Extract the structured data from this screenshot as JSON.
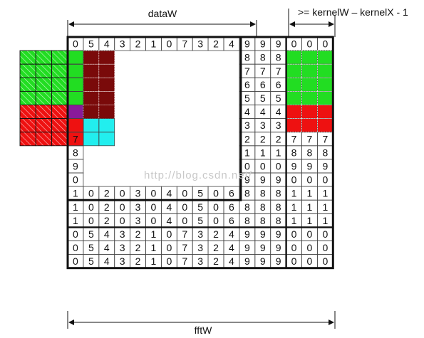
{
  "labels": {
    "top_left": "dataW",
    "top_right": ">= kernelW – kernelX - 1",
    "bottom": "fftW"
  },
  "watermark": "http://blog.csdn.net/",
  "grid": {
    "rows": [
      [
        "0",
        "5",
        "4",
        "3",
        "2",
        "1",
        "0",
        "7",
        "3",
        "2",
        "4",
        "9",
        "9",
        "9",
        "0",
        "0",
        "0"
      ],
      [
        "",
        "",
        "",
        "",
        "",
        "",
        "",
        "",
        "",
        "",
        "",
        "8",
        "8",
        "8",
        "",
        "",
        ""
      ],
      [
        "",
        "",
        "",
        "",
        "",
        "",
        "",
        "",
        "",
        "",
        "",
        "7",
        "7",
        "7",
        "",
        "",
        ""
      ],
      [
        "",
        "",
        "",
        "",
        "",
        "",
        "",
        "",
        "",
        "",
        "",
        "6",
        "6",
        "6",
        "",
        "",
        ""
      ],
      [
        "",
        "",
        "",
        "",
        "",
        "",
        "",
        "",
        "",
        "",
        "",
        "5",
        "5",
        "5",
        "",
        "",
        ""
      ],
      [
        "",
        "",
        "",
        "",
        "",
        "",
        "",
        "",
        "",
        "",
        "",
        "4",
        "4",
        "4",
        "",
        "",
        ""
      ],
      [
        "",
        "",
        "",
        "",
        "",
        "",
        "",
        "",
        "",
        "",
        "",
        "3",
        "3",
        "3",
        "",
        "",
        ""
      ],
      [
        "7",
        "",
        "",
        "",
        "",
        "",
        "",
        "",
        "",
        "",
        "",
        "2",
        "2",
        "2",
        "7",
        "7",
        "7"
      ],
      [
        "8",
        "",
        "",
        "",
        "",
        "",
        "",
        "",
        "",
        "",
        "",
        "1",
        "1",
        "1",
        "8",
        "8",
        "8"
      ],
      [
        "9",
        "",
        "",
        "",
        "",
        "",
        "",
        "",
        "",
        "",
        "",
        "0",
        "0",
        "0",
        "9",
        "9",
        "9"
      ],
      [
        "0",
        "",
        "",
        "",
        "",
        "",
        "",
        "",
        "",
        "",
        "",
        "9",
        "9",
        "9",
        "0",
        "0",
        "0"
      ],
      [
        "1",
        "0",
        "2",
        "0",
        "3",
        "0",
        "4",
        "0",
        "5",
        "0",
        "6",
        "8",
        "8",
        "8",
        "1",
        "1",
        "1"
      ],
      [
        "1",
        "0",
        "2",
        "0",
        "3",
        "0",
        "4",
        "0",
        "5",
        "0",
        "6",
        "8",
        "8",
        "8",
        "1",
        "1",
        "1"
      ],
      [
        "1",
        "0",
        "2",
        "0",
        "3",
        "0",
        "4",
        "0",
        "5",
        "0",
        "6",
        "8",
        "8",
        "8",
        "1",
        "1",
        "1"
      ],
      [
        "0",
        "5",
        "4",
        "3",
        "2",
        "1",
        "0",
        "7",
        "3",
        "2",
        "4",
        "9",
        "9",
        "9",
        "0",
        "0",
        "0"
      ],
      [
        "0",
        "5",
        "4",
        "3",
        "2",
        "1",
        "0",
        "7",
        "3",
        "2",
        "4",
        "9",
        "9",
        "9",
        "0",
        "0",
        "0"
      ],
      [
        "0",
        "5",
        "4",
        "3",
        "2",
        "1",
        "0",
        "7",
        "3",
        "2",
        "4",
        "9",
        "9",
        "9",
        "0",
        "0",
        "0"
      ]
    ]
  },
  "colors": {
    "green": "#22dd22",
    "dark_red": "#7a0a0a",
    "red": "#ee1111",
    "cyan": "#22eeee",
    "purple": "#8a1a9a",
    "border": "#111111",
    "cell_line": "#444444"
  }
}
